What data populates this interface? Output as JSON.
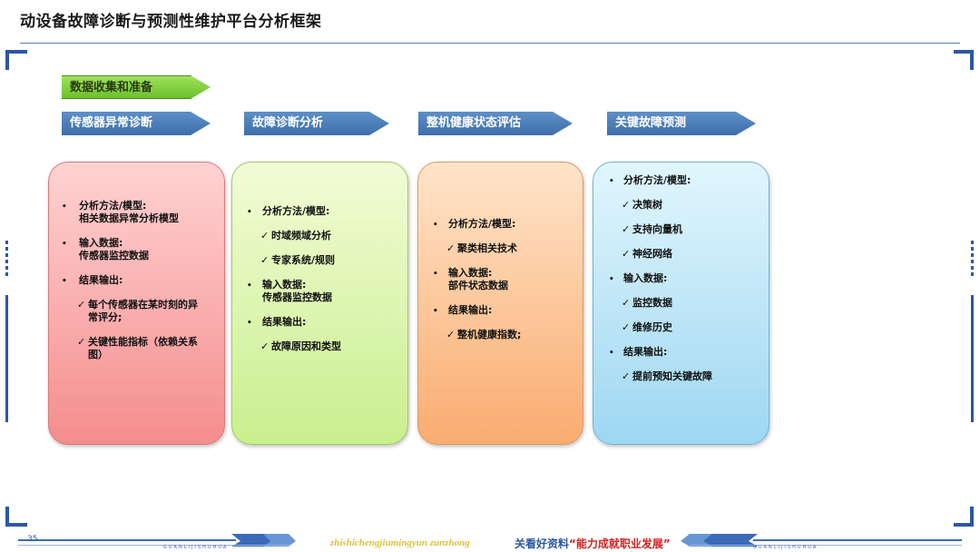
{
  "title": "动设备故障诊断与预测性维护平台分析框架",
  "colors": {
    "accent_blue": "#3f6faa",
    "accent_green": "#6cc02c",
    "red_box": "#f58d8d",
    "green_box": "#c9ef8e",
    "orange_box": "#f9ac70",
    "blue_box": "#9ed7f2"
  },
  "stage0": "数据收集和准备",
  "stages": [
    "传感器异常诊断",
    "故障诊断分析",
    "整机健康状态评估",
    "关键故障预测"
  ],
  "box1": {
    "a_label": "分析方法/模型:",
    "a_value": "相关数据异常分析模型",
    "b_label": "输入数据:",
    "b_value": "传感器监控数据",
    "c_label": "结果输出:",
    "c_items": [
      "每个传感器在某时刻的异",
      "常评分;",
      "关键性能指标（依赖关系",
      "图）"
    ]
  },
  "box2": {
    "a_label": "分析方法/模型:",
    "a_items": [
      "时域频域分析",
      "专家系统/规则"
    ],
    "b_label": "输入数据:",
    "b_value": "传感器监控数据",
    "c_label": "结果输出:",
    "c_items": [
      "故障原因和类型"
    ]
  },
  "box3": {
    "a_label": "分析方法/模型:",
    "a_items": [
      "聚类相关技术"
    ],
    "b_label": "输入数据:",
    "b_value": "部件状态数据",
    "c_label": "结果输出:",
    "c_items": [
      "整机健康指数;"
    ]
  },
  "box4": {
    "a_label": "分析方法/模型:",
    "a_items": [
      "决策树",
      "支持向量机",
      "神经网络"
    ],
    "b_label": "输入数据:",
    "b_items": [
      "监控数据",
      "维修历史"
    ],
    "c_label": "结果输出:",
    "c_items": [
      "提前预知关键故障"
    ]
  },
  "footer": {
    "page": "35",
    "pinyin": "zhishichengjiumingyun zunzhong",
    "slogan_a": "关看好资料",
    "slogan_b": "“能力成就职业发展”",
    "small_caps": "GUANLIJISHUHUA"
  }
}
